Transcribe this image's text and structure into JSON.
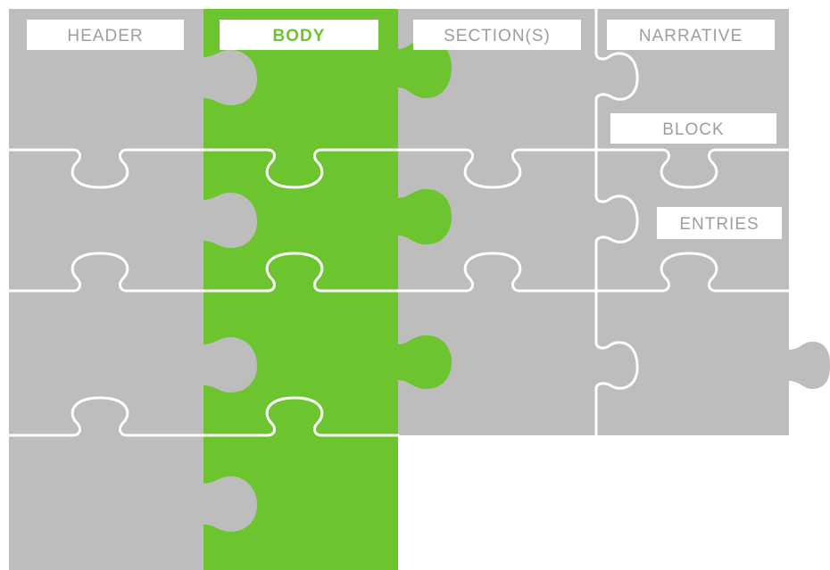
{
  "colors": {
    "piece_gray": "#bdbdbd",
    "piece_green": "#6cc42f",
    "seam": "#ffffff",
    "label_gray_text": "#9e9e9e",
    "label_green_text": "#6cc42f"
  },
  "labels": {
    "header": "HEADER",
    "body": "BODY",
    "sections": "SECTION(S)",
    "narrative": "NARRATIVE",
    "block": "BLOCK",
    "entries": "ENTRIES"
  }
}
